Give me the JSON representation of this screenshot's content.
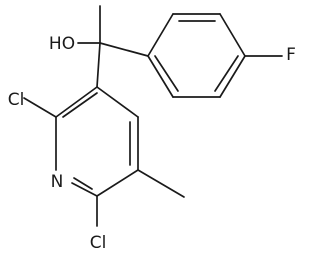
{
  "molecule": {
    "atoms": {
      "hydroxyl": "HO",
      "fluorine": "F",
      "chlorine_top": "Cl",
      "nitrogen": "N",
      "chlorine_bottom": "Cl"
    },
    "colors": {
      "bond": "#1a1a1a",
      "label": "#1a1a1a",
      "background": "#ffffff"
    }
  }
}
